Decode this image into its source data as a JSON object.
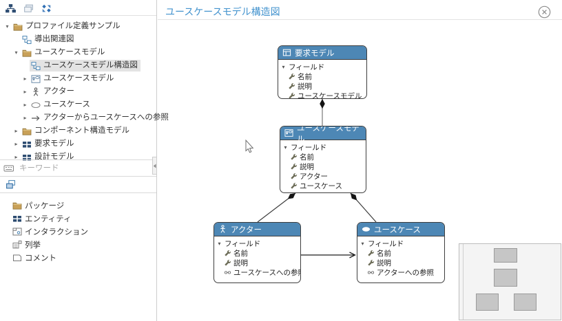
{
  "colors": {
    "node_header_blue": "#4d87b5",
    "title_blue": "#4393ce",
    "selection_gray": "#e3e3e3",
    "folder_tan": "#c9a158",
    "minimap_box_gray": "#c6c6c6"
  },
  "toolbar": {
    "icons": [
      "hierarchy",
      "copy",
      "sync-profile"
    ]
  },
  "sidebar": {
    "tree": [
      {
        "label": "プロファイル定義サンプル",
        "expander": "▾",
        "icon": "folder"
      },
      {
        "label": "導出関連図",
        "expander": "",
        "icon": "diagram"
      },
      {
        "label": "ユースケースモデル",
        "expander": "▾",
        "icon": "folder"
      },
      {
        "label": "ユースケースモデル構造図",
        "expander": "",
        "icon": "diagram",
        "selected": true
      },
      {
        "label": "ユースケースモデル",
        "expander": "▸",
        "icon": "usecase-diagram"
      },
      {
        "label": "アクター",
        "expander": "▸",
        "icon": "actor"
      },
      {
        "label": "ユースケース",
        "expander": "▸",
        "icon": "ellipse"
      },
      {
        "label": "アクターからユースケースへの参照",
        "expander": "▸",
        "icon": "arrow"
      },
      {
        "label": "コンポーネント構造モデル",
        "expander": "▸",
        "icon": "folder"
      },
      {
        "label": "要求モデル",
        "expander": "▸",
        "icon": "model-grid"
      },
      {
        "label": "設計モデル",
        "expander": "▸",
        "icon": "model-grid"
      }
    ],
    "search": {
      "placeholder": "キーワード"
    },
    "palette": [
      {
        "label": "パッケージ",
        "icon": "folder"
      },
      {
        "label": "エンティティ",
        "icon": "model-grid"
      },
      {
        "label": "インタラクション",
        "icon": "interaction"
      },
      {
        "label": "列挙",
        "icon": "enum"
      },
      {
        "label": "コメント",
        "icon": "comment"
      }
    ]
  },
  "main": {
    "title": "ユースケースモデル構造図",
    "nodes": [
      {
        "title": "要求モデル",
        "icon": "table",
        "fields_label": "フィールド",
        "fields": [
          {
            "name": "名前",
            "icon": "wrench"
          },
          {
            "name": "説明",
            "icon": "wrench"
          },
          {
            "name": "ユースケースモデル",
            "icon": "wrench"
          }
        ]
      },
      {
        "title": "ユースケースモデル",
        "icon": "usecase-diagram",
        "fields_label": "フィールド",
        "fields": [
          {
            "name": "名前",
            "icon": "wrench"
          },
          {
            "name": "説明",
            "icon": "wrench"
          },
          {
            "name": "アクター",
            "icon": "wrench"
          },
          {
            "name": "ユースケース",
            "icon": "wrench"
          }
        ]
      },
      {
        "title": "アクター",
        "icon": "actor",
        "fields_label": "フィールド",
        "fields": [
          {
            "name": "名前",
            "icon": "wrench"
          },
          {
            "name": "説明",
            "icon": "wrench"
          },
          {
            "name": "ユースケースへの参照",
            "icon": "reference"
          }
        ]
      },
      {
        "title": "ユースケース",
        "icon": "ellipse",
        "fields_label": "フィールド",
        "fields": [
          {
            "name": "名前",
            "icon": "wrench"
          },
          {
            "name": "説明",
            "icon": "wrench"
          },
          {
            "name": "アクターへの参照",
            "icon": "reference"
          }
        ]
      }
    ],
    "connectors": [
      {
        "from": "要求モデル",
        "to": "ユースケースモデル",
        "type": "composition"
      },
      {
        "from": "ユースケースモデル",
        "to": "アクター",
        "type": "composition"
      },
      {
        "from": "ユースケースモデル",
        "to": "ユースケース",
        "type": "composition"
      },
      {
        "from": "アクター",
        "to": "ユースケース",
        "type": "reference-arrow"
      }
    ]
  }
}
